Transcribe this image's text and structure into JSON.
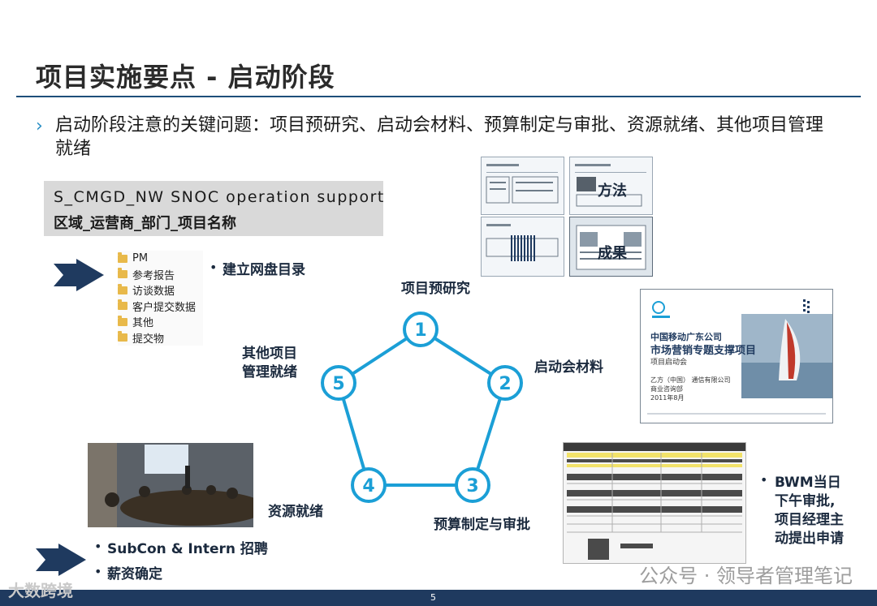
{
  "slide": {
    "title": "项目实施要点 - 启动阶段",
    "intro": "启动阶段注意的关键问题：项目预研究、启动会材料、预算制定与审批、资源就绪、其他项目管理就绪",
    "naming": {
      "line1": "S_CMGD_NW SNOC operation support",
      "line2": "区域_运营商_部门_项目名称"
    },
    "folders": [
      "PM",
      "参考报告",
      "访谈数据",
      "客户提交数据",
      "其他",
      "提交物"
    ],
    "folder_note": "建立网盘目录",
    "cycle": {
      "nodes": [
        {
          "num": "1",
          "label": "项目预研究"
        },
        {
          "num": "2",
          "label": "启动会材料"
        },
        {
          "num": "3",
          "label": "预算制定与审批"
        },
        {
          "num": "4",
          "label": "资源就绪"
        },
        {
          "num": "5",
          "label_line1": "其他项目",
          "label_line2": "管理就绪"
        }
      ],
      "color": "#1b9fd6"
    },
    "thumbs": {
      "method": "方法",
      "result": "成果"
    },
    "kickoff_slide": {
      "line1": "中国移动广东公司",
      "line2": "市场营销专题支撑项目",
      "line3": "项目启动会",
      "line4": "乙方（中国） 通信有限公司",
      "line5": "商业咨询部",
      "line6": "2011年8月"
    },
    "resource_bullets": [
      "SubCon & Intern 招聘",
      "薪资确定"
    ],
    "bwm_note": [
      "BWM当日",
      "下午审批,",
      "项目经理主",
      "动提出申请"
    ],
    "watermark": "公众号 · 领导者管理笔记",
    "footer_watermark": "大数跨境",
    "page_number": "5"
  }
}
